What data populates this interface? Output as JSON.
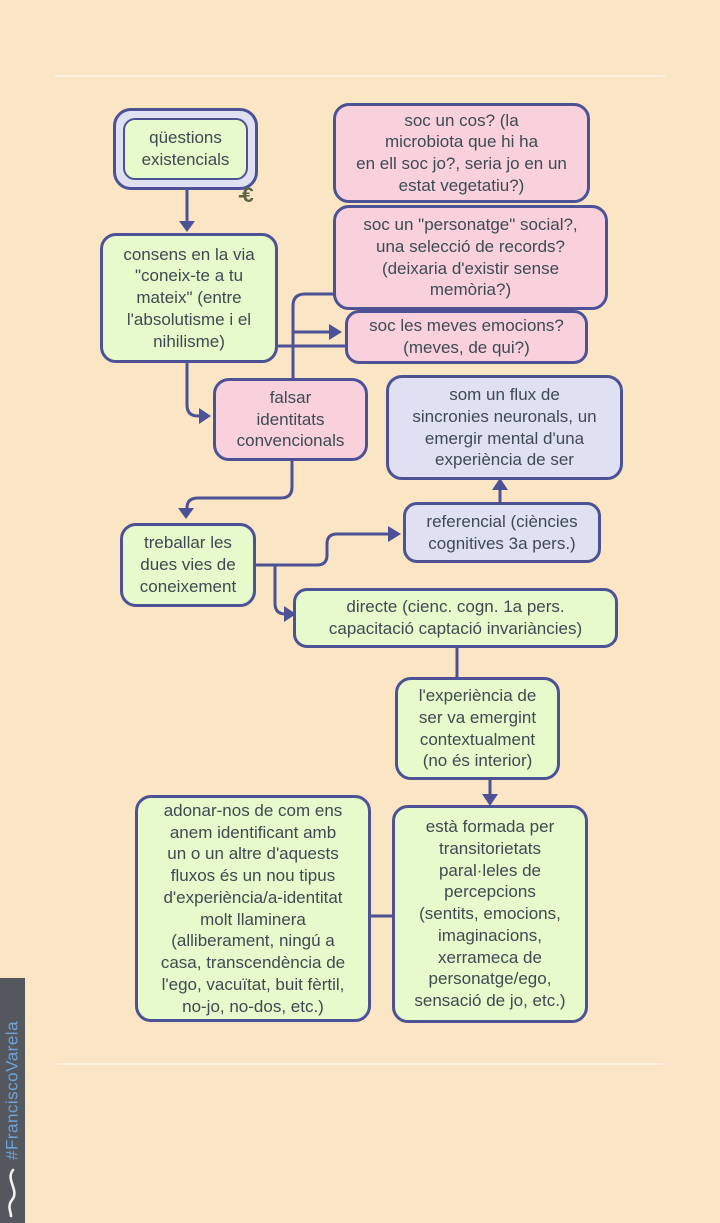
{
  "palette": {
    "background": "#fae6c4",
    "border": "#4c5295",
    "pink_fill": "#f8d1dd",
    "green_fill": "#e6facb",
    "lavender_fill": "#dfe1f2",
    "text": "#3e4a52",
    "sidebar_bg": "#55575e",
    "sidebar_text": "#6fa3d8"
  },
  "watermark": {
    "hashtag": "#FranciscoVarela",
    "euro_mark": "-€"
  },
  "nodes": {
    "questions": {
      "label": "qüestions\nexistencials"
    },
    "cos": {
      "label": "soc un cos? (la\nmicrobiota que hi ha\nen ell soc jo?, seria jo en un\nestat vegetatiu?)"
    },
    "personatge": {
      "label": "soc un \"personatge\" social?,\nuna selecció de records?\n(deixaria d'existir sense\nmemòria?)"
    },
    "emocions": {
      "label": "soc les meves emocions?\n(meves, de qui?)"
    },
    "consens": {
      "label": "consens en la via\n\"coneix-te a tu\nmateix\" (entre\nl'absolutisme i el\nnihilisme)"
    },
    "falsar": {
      "label": "falsar\nidentitats\nconvencionals"
    },
    "flux": {
      "label": "som un flux de\nsincronies neuronals, un\nemergir mental d'una\nexperiència de ser"
    },
    "referencial": {
      "label": "referencial (ciències\ncognitives 3a pers.)"
    },
    "treballar": {
      "label": "treballar les\ndues vies de\nconeixement"
    },
    "directe": {
      "label": "directe (cienc. cogn. 1a pers.\ncapacitació captació invariàncies)"
    },
    "experiencia": {
      "label": "l'experiència de\nser va emergint\ncontextualment\n(no és interior)"
    },
    "adonar": {
      "label": "adonar-nos de com ens\nanem identificant amb\nun o un altre d'aquests\nfluxos és un nou tipus\nd'experiència/a-identitat\nmolt llaminera\n(alliberament, ningú a\ncasa, transcendència de\nl'ego, vacuïtat, buit fèrtil,\nno-jo, no-dos, etc.)"
    },
    "formada": {
      "label": "està formada per\ntransitorietats\nparal·leles de\npercepcions\n(sentits, emocions,\nimaginacions,\nxerrameca de\npersonatge/ego,\nsensació de jo, etc.)"
    }
  }
}
